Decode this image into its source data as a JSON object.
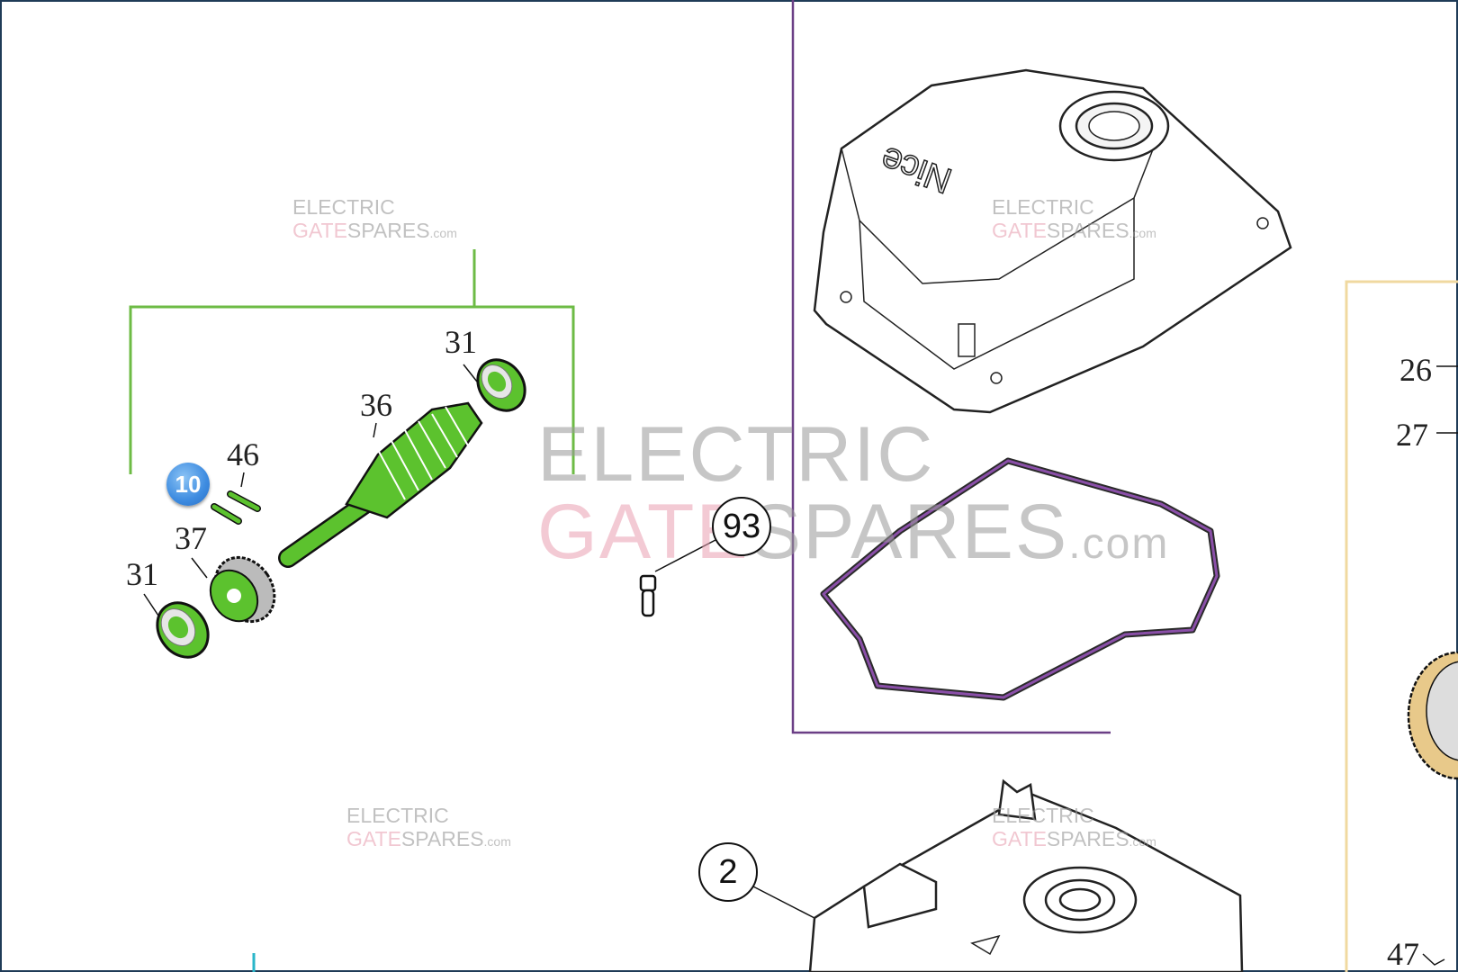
{
  "diagram": {
    "callouts": {
      "bearing_top": "31",
      "worm_shaft": "36",
      "pin": "46",
      "kit_badge": "10",
      "gear": "37",
      "bearing_bottom": "31",
      "screw": "93",
      "base": "2",
      "right_26": "26",
      "right_27": "27",
      "right_47": "47"
    },
    "cover_logo": "Nice",
    "watermark": {
      "line1": "ELECTRIC",
      "line2_a": "GATE",
      "line2_b": "SPARES",
      "suffix": ".com"
    },
    "colors": {
      "highlight_green": "#5cc22e",
      "bracket_green": "#6dbb45",
      "purple_frame": "#6b3f86",
      "yellow_frame": "#f0d9a0",
      "badge_blue": "#3d8be0",
      "border": "#1f3b57"
    }
  }
}
